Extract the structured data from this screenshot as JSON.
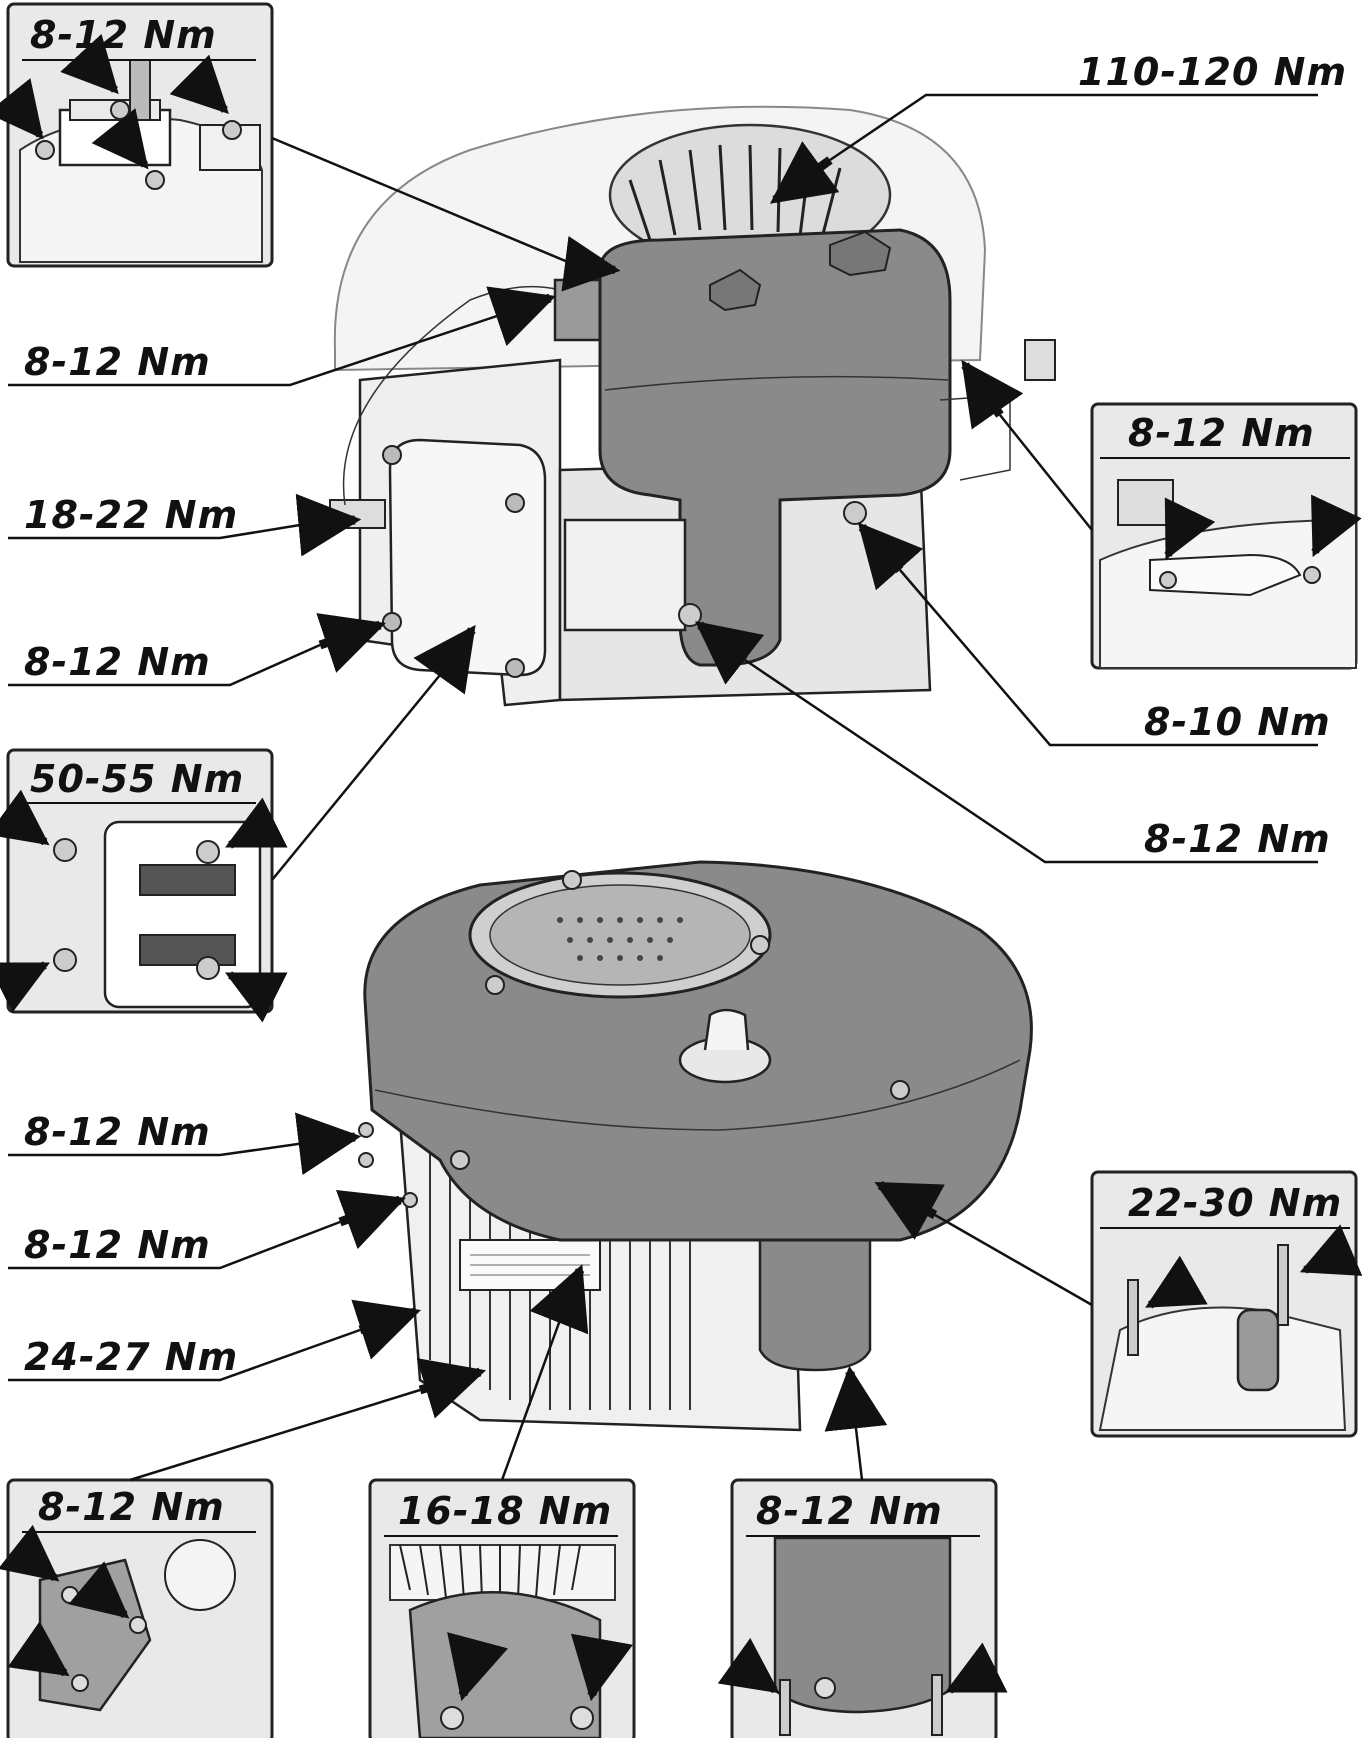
{
  "labels": {
    "top_left_inset": "8-12 Nm",
    "flywheel_nut": "110-120 Nm",
    "ignition_coil": "8-12 Nm",
    "right_inset": "8-12 Nm",
    "spark_plug": "18-22 Nm",
    "valve_cover": "8-12 Nm",
    "carb_bracket": "8-10 Nm",
    "muffler": "8-12 Nm",
    "cylinder_head_inset": "50-55 Nm",
    "shroud_upper": "8-12 Nm",
    "shroud_lower": "8-12 Nm",
    "oil_drain": "24-27 Nm",
    "starter_inset": "22-30 Nm",
    "bottom_left_inset": "8-12 Nm",
    "bottom_mid_inset": "16-18 Nm",
    "bottom_right_inset": "8-12 Nm"
  },
  "colors": {
    "shroud_gray": "#8a8a8a",
    "inset_gray": "#e9e9e9",
    "line_black": "#111111",
    "body_light": "#f2f2f2"
  }
}
